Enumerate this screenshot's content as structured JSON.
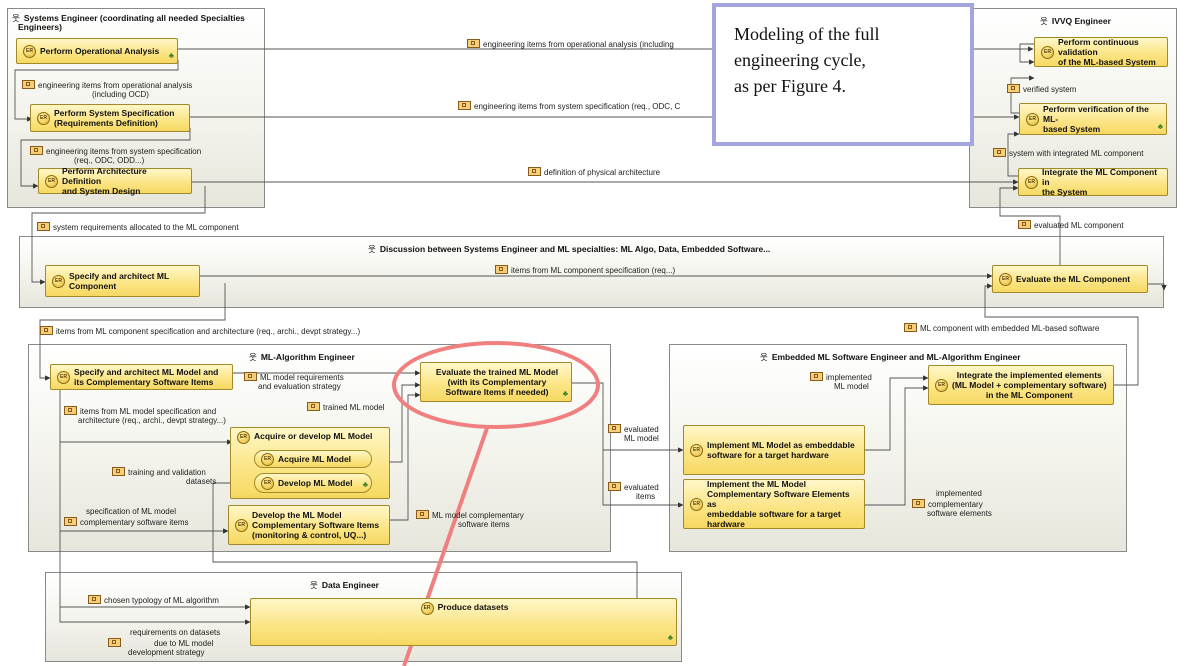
{
  "note": {
    "text_lines": [
      "Modeling of the full",
      "engineering cycle,",
      "as per Figure 4."
    ]
  },
  "lanes": {
    "systems_engineer": {
      "title": "Systems Engineer (coordinating all needed Specialties",
      "title2": "Engineers)"
    },
    "ivvq": {
      "title": "IVVQ Engineer"
    },
    "discussion": {
      "title": "Discussion between Systems Engineer and ML specialties: ML Algo, Data, Embedded Software..."
    },
    "ml_algo": {
      "title": "ML-Algorithm Engineer"
    },
    "embedded": {
      "title": "Embedded ML Software Engineer and ML-Algorithm Engineer"
    },
    "data": {
      "title": "Data Engineer"
    }
  },
  "functions": {
    "perform_operational_analysis": "Perform Operational Analysis",
    "perform_system_spec_1": "Perform System Specification",
    "perform_system_spec_2": "(Requirements Definition)",
    "perform_arch_1": "Perform Architecture Definition",
    "perform_arch_2": "and System Design",
    "continuous_validation_1": "Perform continuous validation",
    "continuous_validation_2": "of the ML-based System",
    "verification_1": "Perform verification of the ML-",
    "verification_2": "based System",
    "integrate_ml_component_1": "Integrate the ML Component in",
    "integrate_ml_component_2": "the System",
    "specify_ml_component_1": "Specify and architect ML",
    "specify_ml_component_2": "Component",
    "evaluate_ml_component": "Evaluate the ML Component",
    "specify_ml_model_1": "Specify and architect ML Model and",
    "specify_ml_model_2": "its Complementary Software Items",
    "evaluate_trained_1": "Evaluate the trained ML Model",
    "evaluate_trained_2": "(with its Complementary",
    "evaluate_trained_3": "Software Items if needed)",
    "acquire_develop": "Acquire or develop ML Model",
    "acquire": "Acquire ML Model",
    "develop": "Develop ML Model",
    "develop_complementary_1": "Develop the ML Model",
    "develop_complementary_2": "Complementary Software Items",
    "develop_complementary_3": "(monitoring & control, UQ...)",
    "implement_ml_model_1": "Implement ML Model as embeddable",
    "implement_ml_model_2": "software for a target hardware",
    "implement_complementary_1": "Implement the ML Model",
    "implement_complementary_2": "Complementary Software Elements as",
    "implement_complementary_3": "embeddable software for a target",
    "implement_complementary_4": "hardware",
    "integrate_elements_1": "Integrate the implemented elements",
    "integrate_elements_2": "(ML Model + complementary software)",
    "integrate_elements_3": "in the ML Component",
    "produce_datasets": "Produce datasets"
  },
  "exchanges": {
    "eng_items_op_top": "engineering items from operational analysis (including",
    "eng_items_op_left_1": "engineering items from operational analysis",
    "eng_items_op_left_2": "(including OCD)",
    "eng_items_spec_mid": "engineering items from system specification (req., ODC, C",
    "eng_items_spec_left_1": "engineering items from system specification",
    "eng_items_spec_left_2": "(req., ODC, ODD...)",
    "physical_arch": "definition of physical architecture",
    "verified_system": "verified system",
    "system_integrated": "system with integrated ML component",
    "evaluated_ml_component": "evaluated ML component",
    "sys_req_allocated": "system requirements allocated to the ML component",
    "items_from_ml_spec": "items from ML component specification (req...)",
    "items_from_ml_spec_arch": "items from ML component specification and architecture (req., archi., devpt strategy...)",
    "ml_with_embedded": "ML component with embedded ML-based software",
    "ml_model_req_1": "ML model requirements",
    "ml_model_req_2": "and evaluation strategy",
    "trained_ml_model": "trained ML model",
    "items_ml_model_spec_1": "items from ML model specification and",
    "items_ml_model_spec_2": "architecture (req., archi., devpt strategy...)",
    "training_datasets_1": "training and validation",
    "training_datasets_2": "datasets",
    "spec_complementary_1": "specification of ML model",
    "spec_complementary_2": "complementary software items",
    "ml_model_complementary_1": "ML model complementary",
    "ml_model_complementary_2": "software items",
    "evaluated_ml_model_1": "evaluated",
    "evaluated_ml_model_2": "ML model",
    "evaluated_items_1": "evaluated",
    "evaluated_items_2": "items",
    "implemented_ml_model_1": "implemented",
    "implemented_ml_model_2": "ML model",
    "implemented_complementary_1": "implemented",
    "implemented_complementary_2": "complementary",
    "implemented_complementary_3": "software elements",
    "chosen_typology": "chosen typology of ML algorithm",
    "req_datasets_1": "requirements on datasets",
    "req_datasets_2": "due to ML model",
    "req_datasets_3": "development strategy"
  },
  "colors": {
    "function_fill": "#fbe483",
    "highlight": "#f08080",
    "note_border": "#a3a6dc",
    "link": "#333333"
  },
  "icons": {
    "actor": "stick-figure-icon",
    "function": "function-icon",
    "exchange": "exchange-item-icon",
    "expand": "expand-icon"
  }
}
